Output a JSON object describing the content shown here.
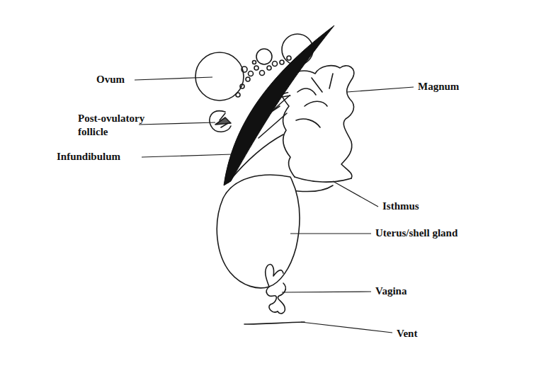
{
  "diagram": {
    "labels": [
      "Ovum",
      "Post-ovulatory follicle",
      "Infundibulum",
      "Magnum",
      "Isthmus",
      "Uterus/shell gland",
      "Vagina",
      "Vent"
    ]
  }
}
